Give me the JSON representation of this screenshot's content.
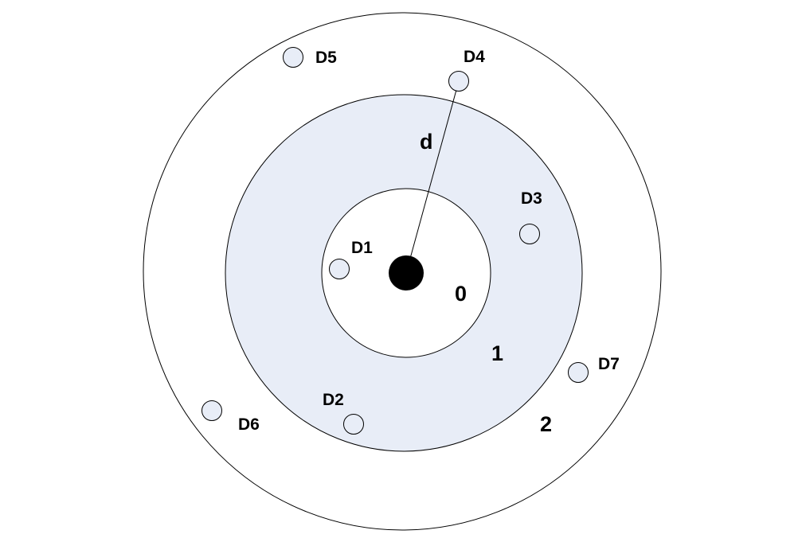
{
  "colors": {
    "ring_fill": "#e8edf7",
    "background": "#ffffff",
    "stroke": "#000000",
    "node_fill": "#e8edf7",
    "center_fill": "#000000"
  },
  "zones": [
    {
      "id": "zone-0",
      "label": "0"
    },
    {
      "id": "zone-1",
      "label": "1"
    },
    {
      "id": "zone-2",
      "label": "2"
    }
  ],
  "distance_label": "d",
  "nodes": [
    {
      "id": "D1",
      "label": "D1",
      "zone": "0"
    },
    {
      "id": "D2",
      "label": "D2",
      "zone": "1"
    },
    {
      "id": "D3",
      "label": "D3",
      "zone": "1"
    },
    {
      "id": "D4",
      "label": "D4",
      "zone": "2"
    },
    {
      "id": "D5",
      "label": "D5",
      "zone": "2"
    },
    {
      "id": "D6",
      "label": "D6",
      "zone": "2"
    },
    {
      "id": "D7",
      "label": "D7",
      "zone": "2"
    }
  ]
}
